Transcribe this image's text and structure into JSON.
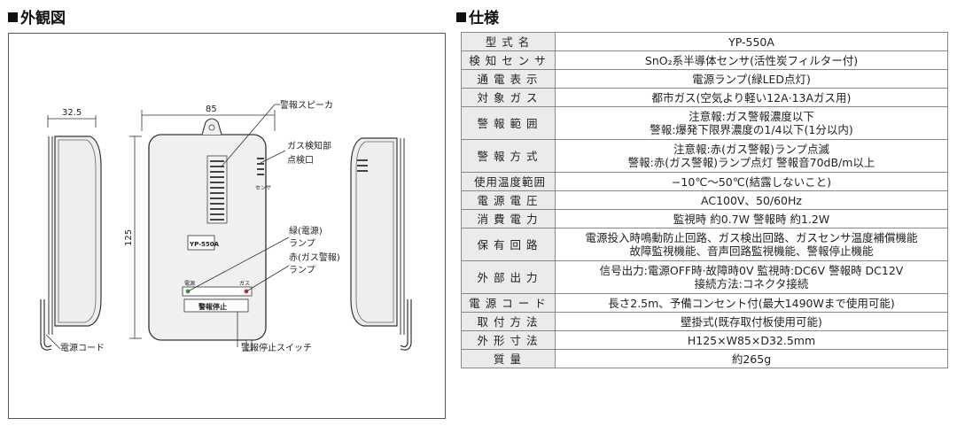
{
  "left_section": {
    "title": "外観図",
    "dimensions": {
      "depth": "32.5",
      "width": "85",
      "height": "125"
    },
    "callouts": {
      "alarm_speaker": "警報スピーカ",
      "gas_sensor_line1": "ガス検知部",
      "gas_sensor_line2": "点検口",
      "green_lamp_line1": "緑(電源)",
      "green_lamp_line2": "ランプ",
      "red_lamp_line1": "赤(ガス警報)",
      "red_lamp_line2": "ランプ",
      "stop_switch": "警報停止スイッチ",
      "power_cord": "電源コード"
    },
    "device_face": {
      "model_badge": "YP-550A",
      "sensor_mark": "センサ",
      "lamp_left": "電源",
      "lamp_right": "ガス",
      "stop_button": "警報停止"
    }
  },
  "right_section": {
    "title": "仕様",
    "rows": [
      {
        "label": "型式名",
        "value": [
          "YP-550A"
        ]
      },
      {
        "label": "検知センサ",
        "value": [
          "SnO₂系半導体センサ(活性炭フィルター付)"
        ]
      },
      {
        "label": "通電表示",
        "value": [
          "電源ランプ(緑LED点灯)"
        ]
      },
      {
        "label": "対象ガス",
        "value": [
          "都市ガス(空気より軽い12A·13Aガス用)"
        ]
      },
      {
        "label": "警報範囲",
        "value": [
          "注意報:ガス警報濃度以下",
          "警報:爆発下限界濃度の1/4以下(1分以内)"
        ]
      },
      {
        "label": "警報方式",
        "value": [
          "注意報:赤(ガス警報)ランプ点滅",
          "警報:赤(ガス警報)ランプ点灯 警報音70dB/m以上"
        ]
      },
      {
        "label": "使用温度範囲",
        "value": [
          "−10℃〜50℃(結露しないこと)"
        ]
      },
      {
        "label": "電源電圧",
        "value": [
          "AC100V、50/60Hz"
        ]
      },
      {
        "label": "消費電力",
        "value": [
          "監視時 約0.7W 警報時 約1.2W"
        ]
      },
      {
        "label": "保有回路",
        "value": [
          "電源投入時鳴動防止回路、ガス検出回路、ガスセンサ温度補償機能",
          "故障監視機能、音声回路監視機能、警報停止機能"
        ]
      },
      {
        "label": "外部出力",
        "value": [
          "信号出力:電源OFF時·故障時0V 監視時:DC6V 警報時 DC12V",
          "接続方法:コネクタ接続"
        ]
      },
      {
        "label": "電源コード",
        "value": [
          "長さ2.5m、予備コンセント付(最大1490Wまで使用可能)"
        ]
      },
      {
        "label": "取付方法",
        "value": [
          "壁掛式(既存取付板使用可能)"
        ]
      },
      {
        "label": "外形寸法",
        "value": [
          "H125×W85×D32.5mm"
        ]
      },
      {
        "label": "質量",
        "value": [
          "約265g"
        ]
      }
    ]
  },
  "colors": {
    "device_body": "#f0f0f0",
    "outline": "#333333",
    "label_bg": "#ebebeb",
    "border": "#888888"
  }
}
